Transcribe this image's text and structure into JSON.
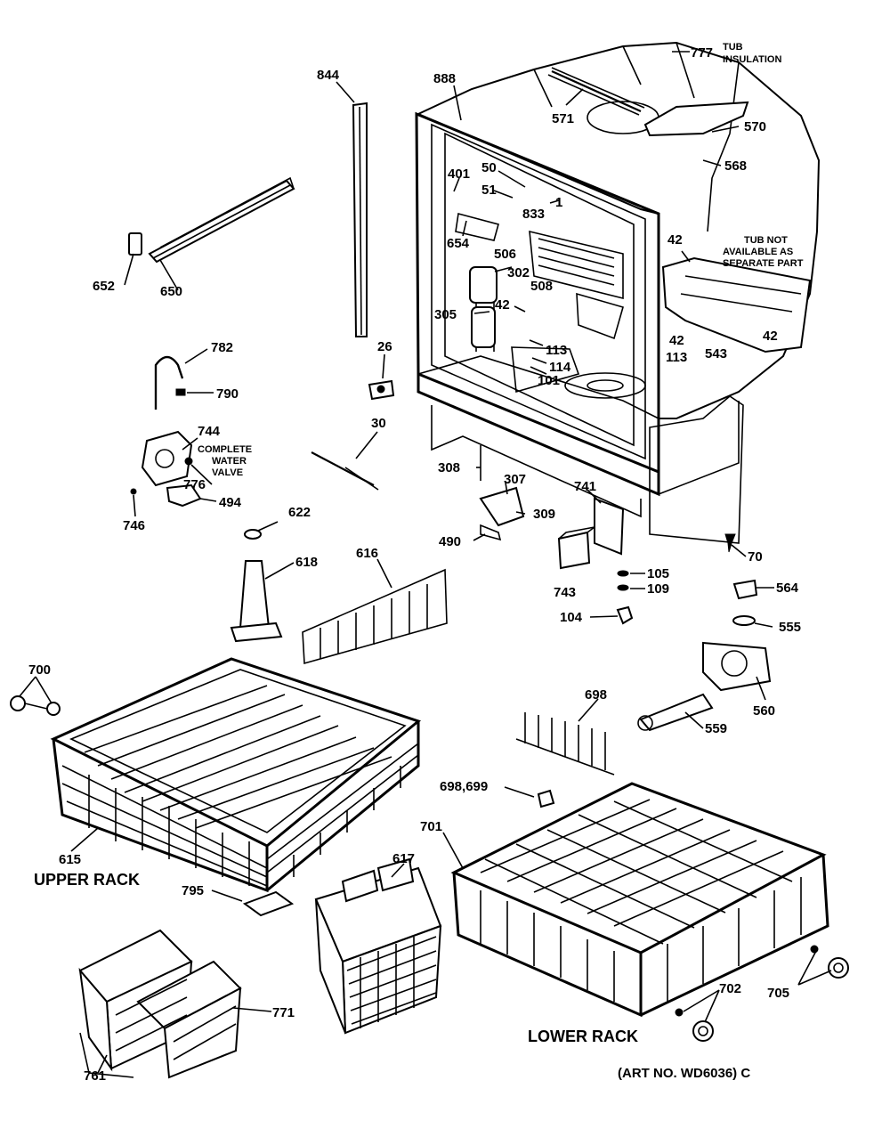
{
  "callouts": {
    "c777": "777",
    "tub_insulation_1": "TUB",
    "tub_insulation_2": "INSULATION",
    "c888": "888",
    "c844": "844",
    "c571": "571",
    "c570": "570",
    "c568": "568",
    "c401": "401",
    "c50": "50",
    "c51": "51",
    "c833": "833",
    "c1": "1",
    "c654": "654",
    "c506": "506",
    "c302": "302",
    "c508": "508",
    "c305": "305",
    "c42a": "42",
    "c42b": "42",
    "c42c": "42",
    "c42d": "42",
    "tub_not_1": "TUB NOT",
    "tub_not_2": "AVAILABLE AS",
    "tub_not_3": "SEPARATE PART",
    "c113a": "113",
    "c113b": "113",
    "c114": "114",
    "c101": "101",
    "c543": "543",
    "c652": "652",
    "c650": "650",
    "c782": "782",
    "c790": "790",
    "c26": "26",
    "c744": "744",
    "cwv_1": "COMPLETE",
    "cwv_2": "WATER",
    "cwv_3": "VALVE",
    "c776": "776",
    "c494": "494",
    "c746": "746",
    "c30": "30",
    "c308": "308",
    "c307": "307",
    "c309": "309",
    "c490": "490",
    "c741": "741",
    "c743": "743",
    "c105": "105",
    "c109": "109",
    "c104": "104",
    "c70": "70",
    "c622": "622",
    "c618": "618",
    "c616": "616",
    "c564": "564",
    "c555": "555",
    "c560": "560",
    "c559": "559",
    "c700": "700",
    "c698": "698",
    "c698_699": "698,699",
    "c701": "701",
    "c615": "615",
    "upper_rack": "UPPER RACK",
    "c795": "795",
    "c617": "617",
    "c771": "771",
    "c761": "761",
    "c702": "702",
    "c705": "705",
    "lower_rack": "LOWER RACK",
    "art_no": "(ART NO. WD6036) C"
  }
}
